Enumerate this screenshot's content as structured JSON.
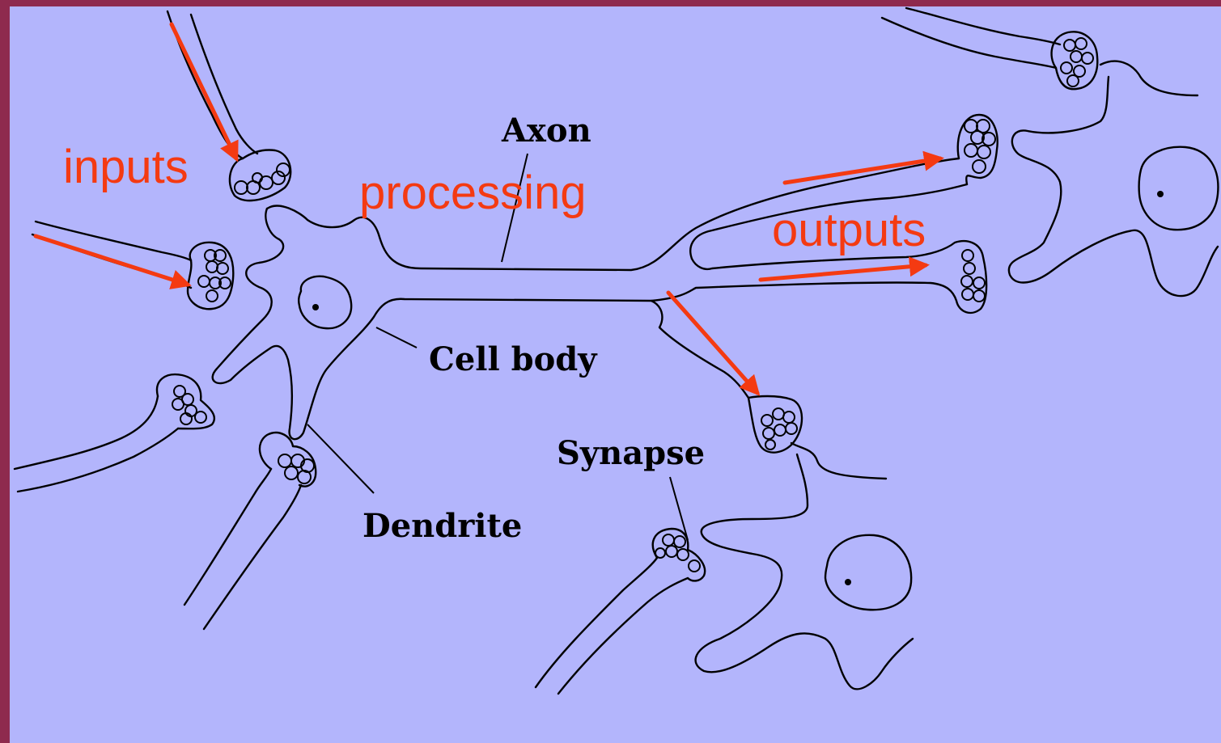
{
  "diagram": {
    "labels": {
      "axon": "Axon",
      "cell_body": "Cell body",
      "dendrite": "Dendrite",
      "synapse": "Synapse"
    },
    "annotations": {
      "inputs": "inputs",
      "processing": "processing",
      "outputs": "outputs"
    },
    "colors": {
      "frame": "#8e2a4e",
      "background": "#b3b5fc",
      "annotation": "#f43a12",
      "outline": "#000000"
    }
  }
}
